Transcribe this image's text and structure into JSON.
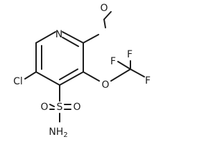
{
  "molecule": {
    "atoms": {
      "n1": "N",
      "o_methoxy": "O",
      "o_ether": "O",
      "f1": "F",
      "f2": "F",
      "f3": "F",
      "cl": "Cl",
      "s": "S",
      "o_s1": "O",
      "o_s2": "O",
      "nh2_main": "NH",
      "nh2_sub": "2"
    }
  }
}
